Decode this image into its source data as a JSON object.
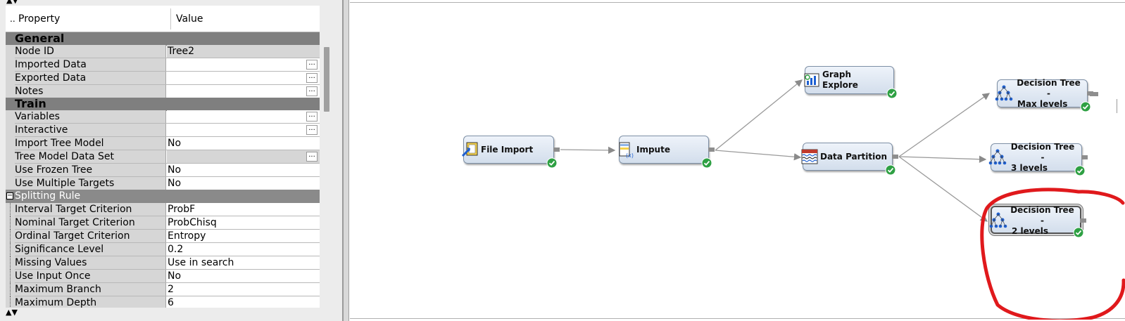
{
  "property_table": {
    "col_property": "Property",
    "col_value": "Value",
    "col_marker": "..",
    "groups": {
      "general": "General",
      "train": "Train",
      "splitting_rule": "Splitting Rule"
    },
    "rows": {
      "node_id": {
        "name": "Node ID",
        "value": "Tree2"
      },
      "imported_data": {
        "name": "Imported Data",
        "value": ""
      },
      "exported_data": {
        "name": "Exported Data",
        "value": ""
      },
      "notes": {
        "name": "Notes",
        "value": ""
      },
      "variables": {
        "name": "Variables",
        "value": ""
      },
      "interactive": {
        "name": "Interactive",
        "value": ""
      },
      "import_tree_model": {
        "name": "Import Tree Model",
        "value": "No"
      },
      "tree_model_data_set": {
        "name": "Tree Model Data Set",
        "value": ""
      },
      "use_frozen_tree": {
        "name": "Use Frozen Tree",
        "value": "No"
      },
      "use_multiple_targets": {
        "name": "Use Multiple Targets",
        "value": "No"
      },
      "interval_target_criterion": {
        "name": "Interval Target Criterion",
        "value": "ProbF"
      },
      "nominal_target_criterion": {
        "name": "Nominal Target Criterion",
        "value": "ProbChisq"
      },
      "ordinal_target_criterion": {
        "name": "Ordinal Target Criterion",
        "value": "Entropy"
      },
      "significance_level": {
        "name": "Significance Level",
        "value": "0.2"
      },
      "missing_values": {
        "name": "Missing Values",
        "value": "Use in search"
      },
      "use_input_once": {
        "name": "Use Input Once",
        "value": "No"
      },
      "maximum_branch": {
        "name": "Maximum Branch",
        "value": "2"
      },
      "maximum_depth": {
        "name": "Maximum Depth",
        "value": "6"
      }
    },
    "ellipsis": "..."
  },
  "diagram": {
    "nodes": {
      "file_import": {
        "label": "File Import",
        "status": "complete"
      },
      "impute": {
        "label": "Impute",
        "status": "complete"
      },
      "graph_explore": {
        "label": "Graph Explore",
        "status": "complete"
      },
      "data_partition": {
        "label": "Data Partition",
        "status": "complete"
      },
      "dt_max": {
        "label_line1": "Decision Tree -",
        "label_line2": "Max levels",
        "status": "complete"
      },
      "dt_3": {
        "label_line1": "Decision Tree -",
        "label_line2": "3 levels",
        "status": "complete"
      },
      "dt_2": {
        "label_line1": "Decision Tree -",
        "label_line2": "2 levels",
        "status": "complete",
        "selected": true
      }
    },
    "highlight_color": "#e0191c"
  },
  "colors": {
    "group_header": "#7f7f7f",
    "node_border": "#7d8fa5",
    "check_green": "#2ea043"
  }
}
